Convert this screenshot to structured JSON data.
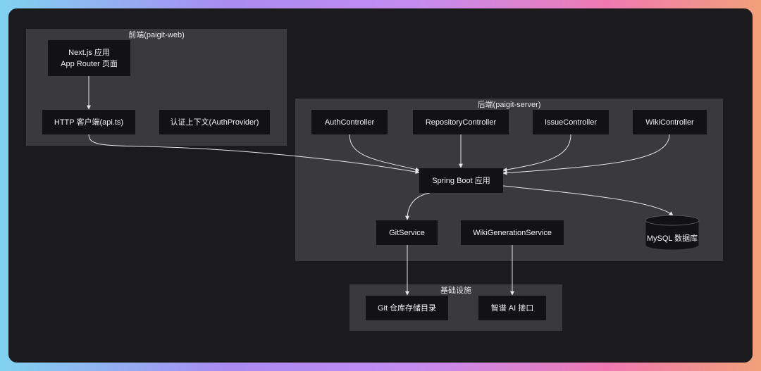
{
  "groups": {
    "frontend": {
      "title": "前端(paigit-web)"
    },
    "backend": {
      "title": "后端(paigit-server)"
    },
    "infra": {
      "title": "基础设施"
    }
  },
  "nodes": {
    "nextjs": "Next.js 应用\nApp Router 页面",
    "http_client": "HTTP 客户端(api.ts)",
    "auth_provider": "认证上下文(AuthProvider)",
    "auth_controller": "AuthController",
    "repo_controller": "RepositoryController",
    "issue_controller": "IssueController",
    "wiki_controller": "WikiController",
    "spring_boot": "Spring Boot 应用",
    "git_service": "GitService",
    "wiki_gen_service": "WikiGenerationService",
    "mysql": "MySQL 数据库",
    "git_repo_dir": "Git 仓库存储目录",
    "zhipu_ai": "智谱 AI 接口"
  },
  "colors": {
    "canvas": "#1b1b1d",
    "group": "#3a3a3d",
    "node": "#121214",
    "edge": "#e6e6e6"
  }
}
